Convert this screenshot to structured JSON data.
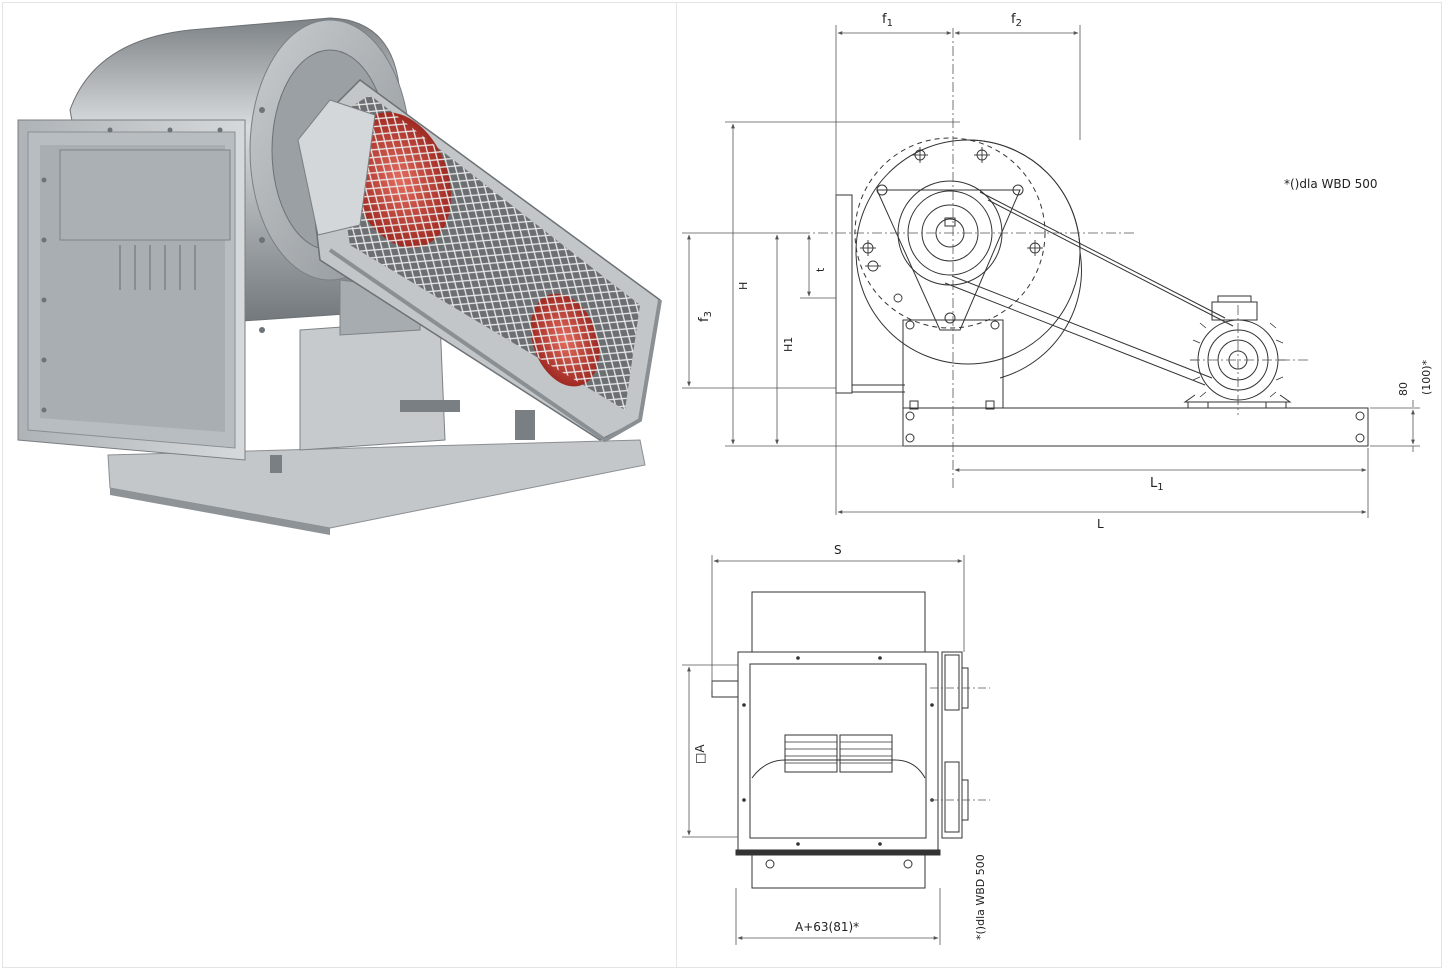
{
  "photo": {
    "alt": "Centrifugal fan with belt drive guard"
  },
  "side_view": {
    "dims": {
      "f1": "f",
      "f1_sub": "1",
      "f2": "f",
      "f2_sub": "2",
      "f3": "f",
      "f3_sub": "3",
      "H": "H",
      "H1": "H1",
      "t": "t",
      "L": "L",
      "L1": "L",
      "L1_sub": "1",
      "dim80": "80",
      "dim100": "(100)*"
    },
    "note": "*()dla WBD 500"
  },
  "front_view": {
    "dims": {
      "S": "S",
      "A": "□A",
      "bottom": "A+63(81)*"
    },
    "note": "*()dla WBD 500"
  },
  "colors": {
    "line": "#333333",
    "dim": "#555555",
    "steel": "#b9bec2",
    "guard_red": "#c0352c"
  }
}
